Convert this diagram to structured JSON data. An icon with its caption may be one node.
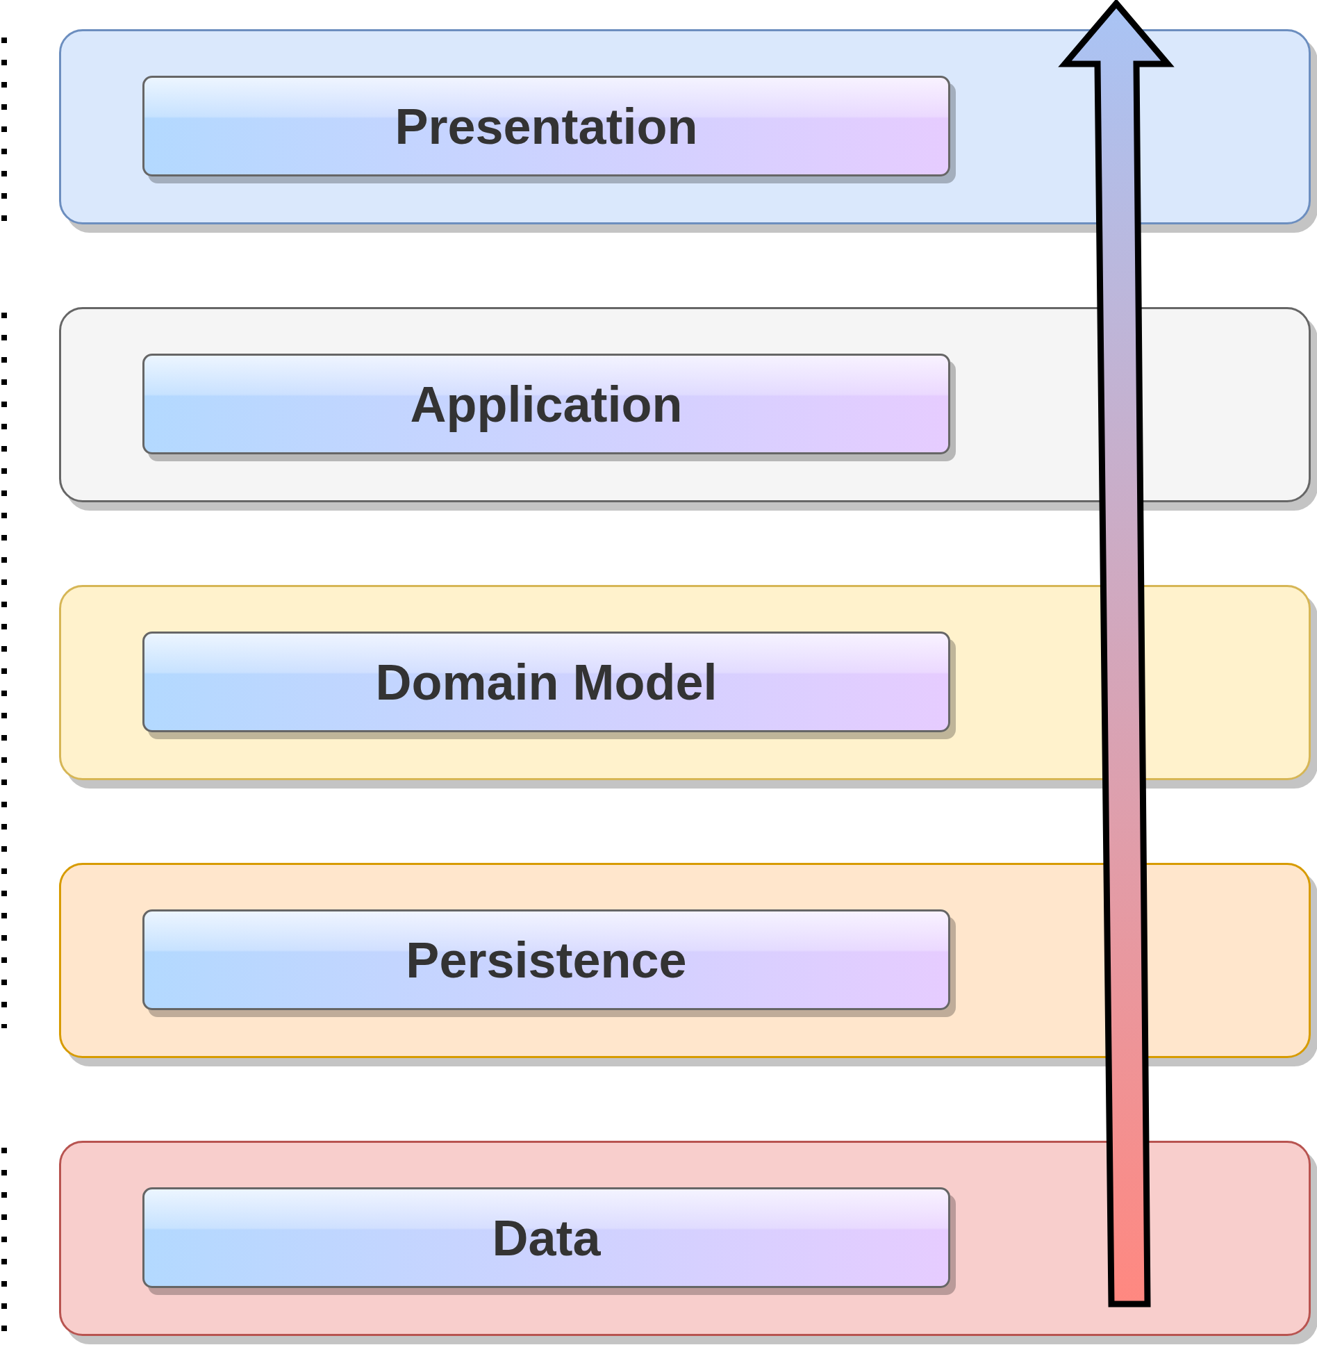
{
  "diagram": {
    "nodes": [
      {
        "text": [],
        "shape": "box"
      },
      {
        "text": [
          "Presentation"
        ],
        "in": 0
      },
      {
        "text": [],
        "shape": "box"
      },
      {
        "text": [
          "Application"
        ],
        "in": 2
      },
      {
        "text": [],
        "shape": "box"
      },
      {
        "text": [
          "Domain Model"
        ],
        "in": 4
      },
      {
        "text": [],
        "shape": "box"
      },
      {
        "text": [
          "Persistence"
        ],
        "in": 6
      },
      {
        "text": [],
        "shape": "box"
      },
      {
        "text": [
          "Data"
        ],
        "in": 8
      }
    ]
  }
}
